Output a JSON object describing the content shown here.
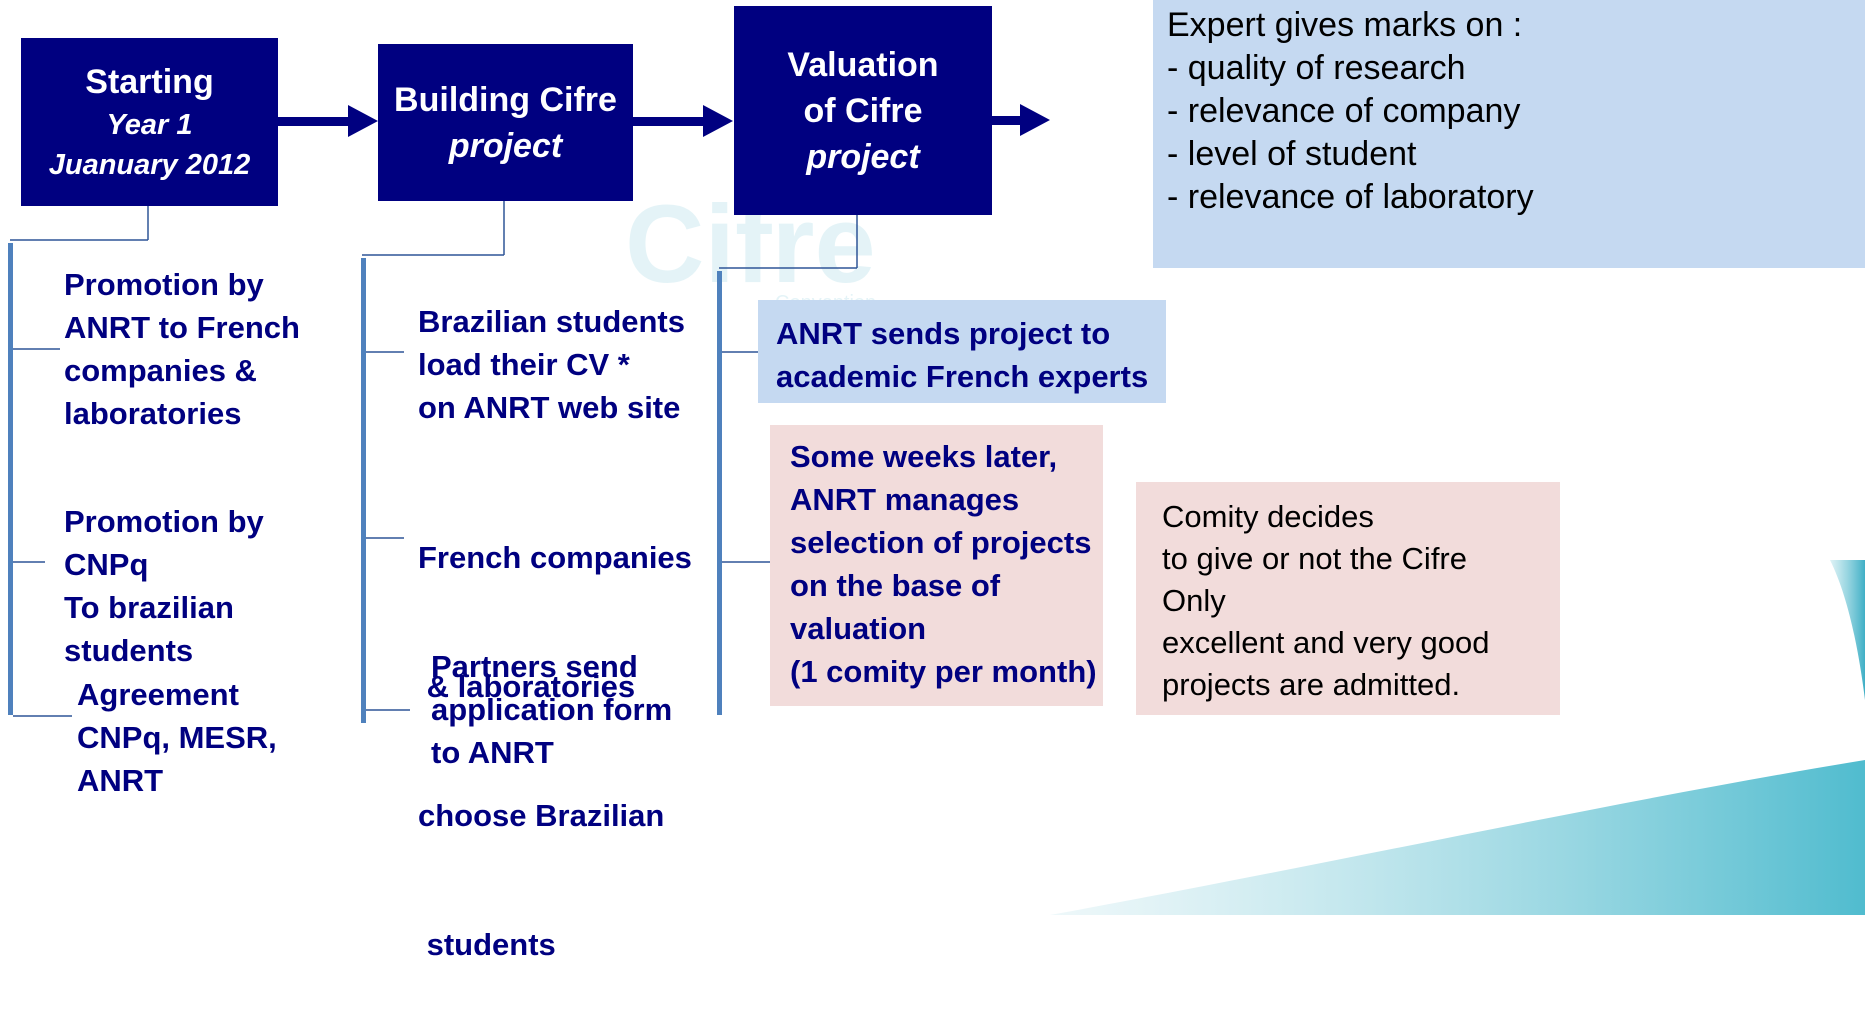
{
  "watermark": {
    "text": "Cifre",
    "sub": "Convention"
  },
  "stages": [
    {
      "title": "Starting",
      "line2": "Year 1",
      "line3": "Juanuary 2012"
    },
    {
      "title": "Building Cifre",
      "line2": "project"
    },
    {
      "title": "Valuation",
      "line2": "of Cifre",
      "line3": "project"
    }
  ],
  "col1": {
    "item1": [
      "Promotion by",
      "ANRT to French",
      "companies &",
      "laboratories"
    ],
    "item2": [
      "Promotion by",
      "CNPq",
      "To brazilian students"
    ],
    "item3": [
      "Agreement",
      "CNPq, MESR, ANRT"
    ]
  },
  "col2": {
    "item1": [
      "Brazilian students",
      "load their CV *",
      "on ANRT web site"
    ],
    "item2": [
      "French companies",
      " & laboratories",
      "choose Brazilian",
      " students"
    ],
    "item3": [
      "Partners send",
      "application form",
      "to ANRT"
    ]
  },
  "col3": {
    "item1": [
      "ANRT sends project to",
      "academic French experts"
    ],
    "item2": [
      "Some weeks later,",
      "ANRT manages",
      "selection of projects",
      "on the base of",
      "valuation",
      "(1 comity per month)"
    ]
  },
  "expert": [
    "Expert gives marks on :",
    "- quality of research",
    "- relevance of company",
    "- level of student",
    "- relevance of laboratory"
  ],
  "comity": [
    "Comity decides",
    "to give or not the Cifre",
    "Only",
    "excellent and very good",
    "projects are admitted."
  ],
  "colors": {
    "navy": "#000080",
    "connector": "#4f81bd",
    "blue_box": "#c5d9f1",
    "pink_box": "#f2dcdb",
    "teal": "#31b0c6"
  }
}
